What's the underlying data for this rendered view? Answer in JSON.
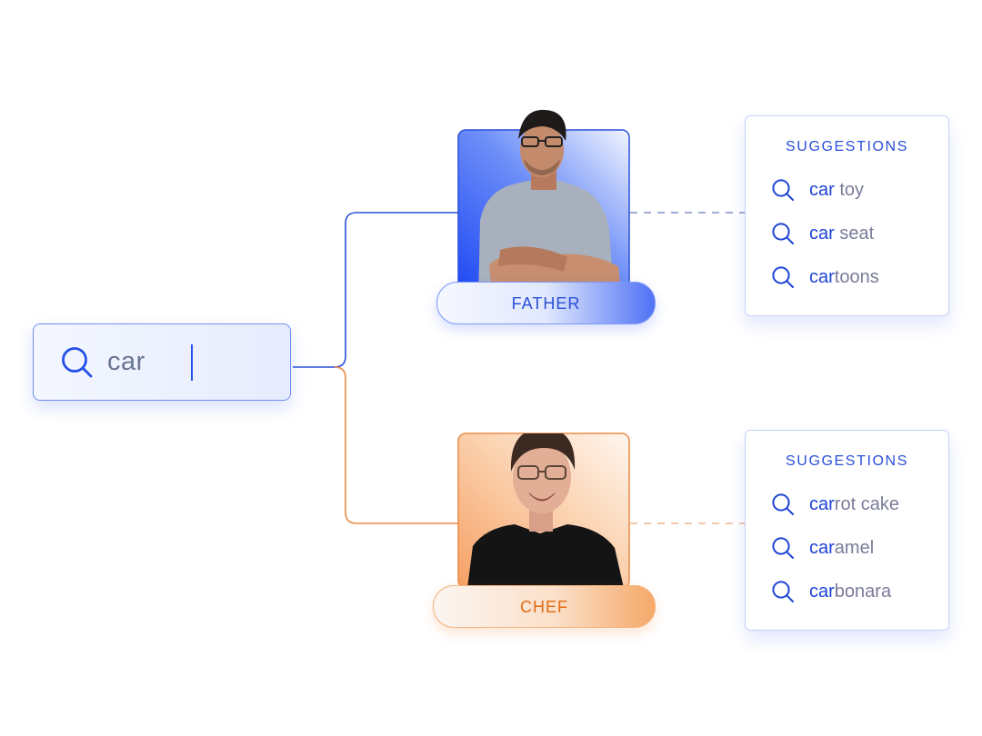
{
  "search": {
    "query": "car"
  },
  "personas": [
    {
      "label": "FATHER",
      "accent": "#2a4fd8",
      "suggestions_title": "SUGGESTIONS",
      "suggestions": [
        {
          "match": "car",
          "rest": " toy"
        },
        {
          "match": "car",
          "rest": " seat"
        },
        {
          "match": "car",
          "rest": "toons"
        }
      ]
    },
    {
      "label": "CHEF",
      "accent": "#e56a10",
      "suggestions_title": "SUGGESTIONS",
      "suggestions": [
        {
          "match": "car",
          "rest": "rot cake"
        },
        {
          "match": "car",
          "rest": "amel"
        },
        {
          "match": "car",
          "rest": "bonara"
        }
      ]
    }
  ],
  "colors": {
    "primary": "#2a4fd8",
    "secondary": "#e56a10",
    "muted_text": "#7a7c99"
  },
  "icons": {
    "search": "search-icon",
    "father_photo": "person-photo",
    "chef_photo": "person-photo"
  }
}
